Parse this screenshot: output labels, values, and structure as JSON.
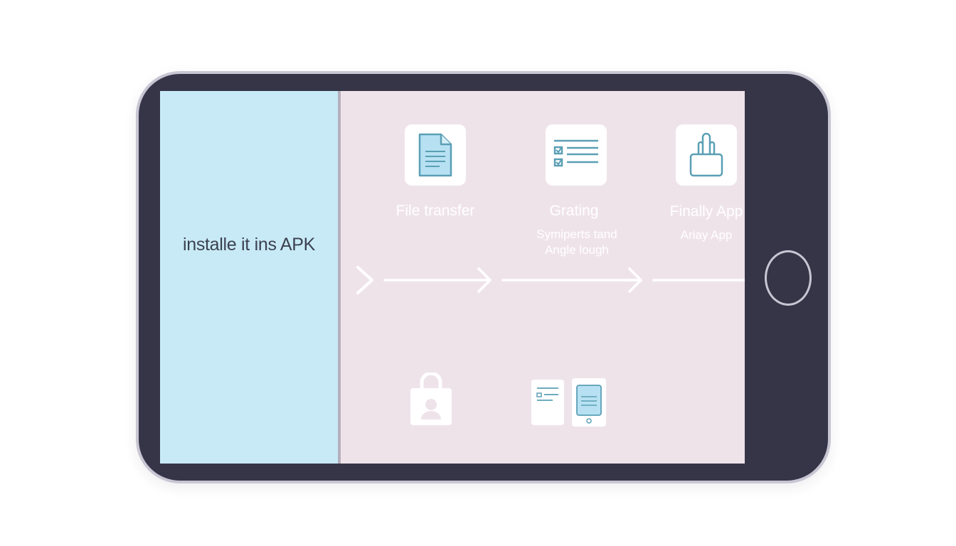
{
  "left_panel": {
    "label": "installe it ins APK"
  },
  "steps": [
    {
      "title": "File transfer",
      "icon": "document-icon"
    },
    {
      "title": "Grating",
      "subtitle_1": "Symiperts tand",
      "subtitle_2": "Angle lough",
      "icon": "checklist-icon"
    },
    {
      "title": "Finally App",
      "subtitle_1": "Ariay App",
      "icon": "tap-hand-icon"
    }
  ],
  "bottom_icons": [
    "lock-user-icon",
    "document-phone-icon"
  ],
  "colors": {
    "frame": "#363547",
    "frame_border": "#c9c6d4",
    "left_panel": "#c8eaf7",
    "right_panel": "#efe3ea",
    "icon_stroke": "#5a9fb5",
    "icon_fill": "#b7e1f2"
  }
}
